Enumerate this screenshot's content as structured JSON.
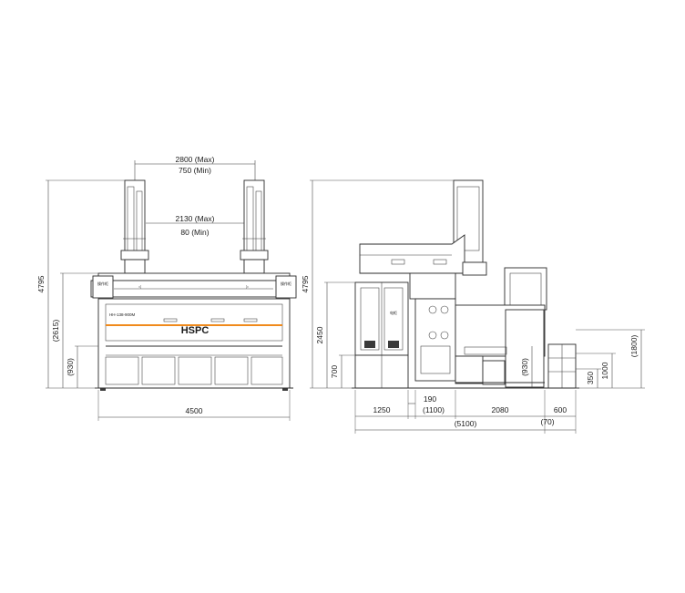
{
  "colors": {
    "line": "#2b2b2b",
    "accent_stripe": "#f08a1c",
    "background": "#ffffff"
  },
  "brand": {
    "logo_text": "HSPC",
    "model_text": "HH-138-900M"
  },
  "front_view": {
    "top_span": "2800 (Max)",
    "top_span_min": "750 (Min)",
    "inner_span": "2130 (Max)",
    "inner_span_min": "80 (Min)",
    "total_height": "4795",
    "frame_height": "(2615)",
    "base_height": "(930)",
    "width": "4500",
    "panel_label_left": "操作柜",
    "panel_label_right": "操作柜"
  },
  "side_view": {
    "total_height": "4795",
    "cabinet_height": "2450",
    "base_height": "700",
    "inner_height": "(930)",
    "aux_height": "350",
    "aux_height_2": "1000",
    "aux_total": "(1800)",
    "seg_1250": "1250",
    "seg_190": "190",
    "seg_1100": "(1100)",
    "seg_2080": "2080",
    "seg_600": "600",
    "seg_70": "(70)",
    "overall": "(5100)",
    "cabinet_label": "电柜"
  }
}
